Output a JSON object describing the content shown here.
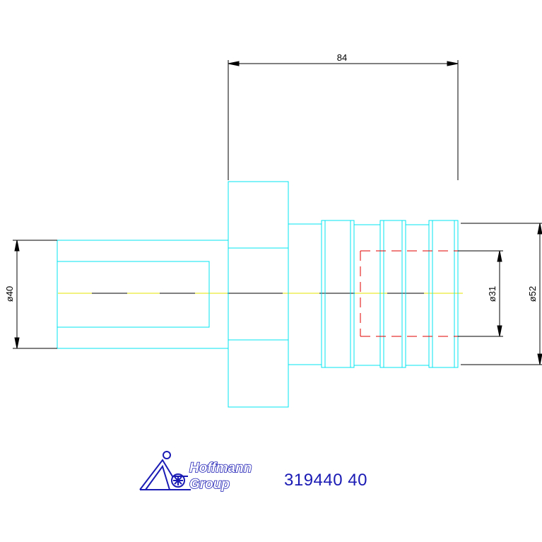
{
  "dimensions": {
    "length": "84",
    "dia_left": "ø40",
    "dia_inner": "ø31",
    "dia_outer": "ø52"
  },
  "logo": {
    "line1": "Hoffmann",
    "line2": "Group"
  },
  "part_number": "319440 40",
  "colors": {
    "outline": "#00e5f0",
    "dimension": "#000000",
    "centerline": "#e6e600",
    "hidden": "#e00000",
    "brand": "#1a1ab4"
  }
}
